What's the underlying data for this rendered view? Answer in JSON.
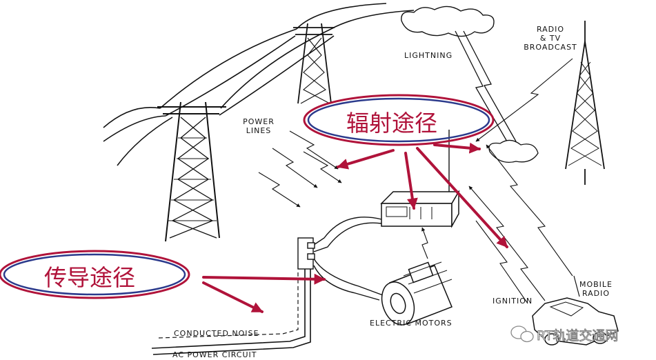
{
  "labels": {
    "lightning": "LIGHTNING",
    "radio_tv_line1": "RADIO",
    "radio_tv_line2": "& TV",
    "radio_tv_line3": "BROADCAST",
    "power_lines_line1": "POWER",
    "power_lines_line2": "LINES",
    "ignition": "IGNITION",
    "mobile_radio_line1": "MOBILE",
    "mobile_radio_line2": "RADIO",
    "electric_motors": "ELECTRIC MOTORS",
    "conducted_noise": "CONDUCTED NOISE",
    "ac_power_circuit": "AC POWER CIRCUIT"
  },
  "callouts": {
    "radiated_path": "辐射途径",
    "conducted_path": "传导途径"
  },
  "watermark": {
    "text": "RT轨道交通网"
  },
  "colors": {
    "arrow": "#b0133a",
    "ellipse_outer": "#b0133a",
    "ellipse_inner": "#2b3a8c",
    "line_art": "#111111"
  }
}
